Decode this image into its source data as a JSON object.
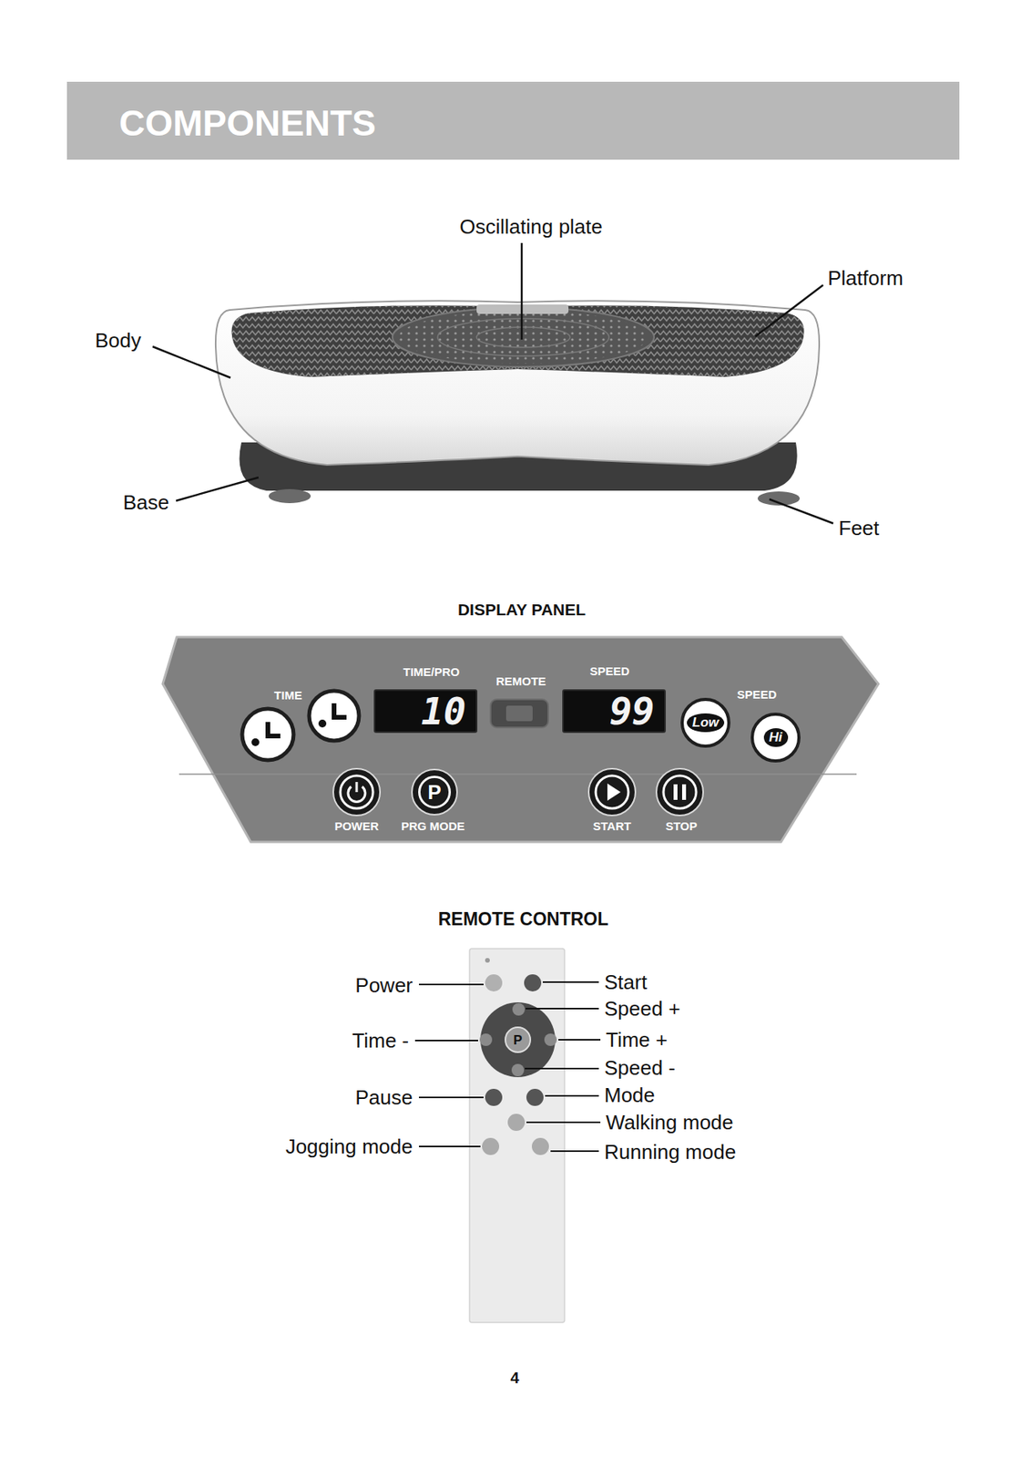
{
  "diagram": {
    "title": "COMPONENTS",
    "nodes": [
      {
        "text": [
          "10"
        ]
      },
      {
        "text": [
          "99"
        ]
      },
      {
        "text": [
          "Low"
        ]
      },
      {
        "text": [
          "Hi"
        ]
      },
      {
        "text": [
          "P"
        ]
      },
      {
        "text": [
          "P"
        ]
      }
    ],
    "labels": [
      "Oscillating plate",
      "Platform",
      "Body",
      "Base",
      "Feet",
      "DISPLAY PANEL",
      "TIME",
      "TIME/PRO",
      "REMOTE",
      "SPEED",
      "SPEED",
      "POWER",
      "PRG MODE",
      "START",
      "STOP",
      "REMOTE CONTROL",
      "Power",
      "Start",
      "Speed +",
      "Time -",
      "Time +",
      "Speed -",
      "Pause",
      "Mode",
      "Walking mode",
      "Jogging mode",
      "Running mode",
      "4"
    ]
  }
}
